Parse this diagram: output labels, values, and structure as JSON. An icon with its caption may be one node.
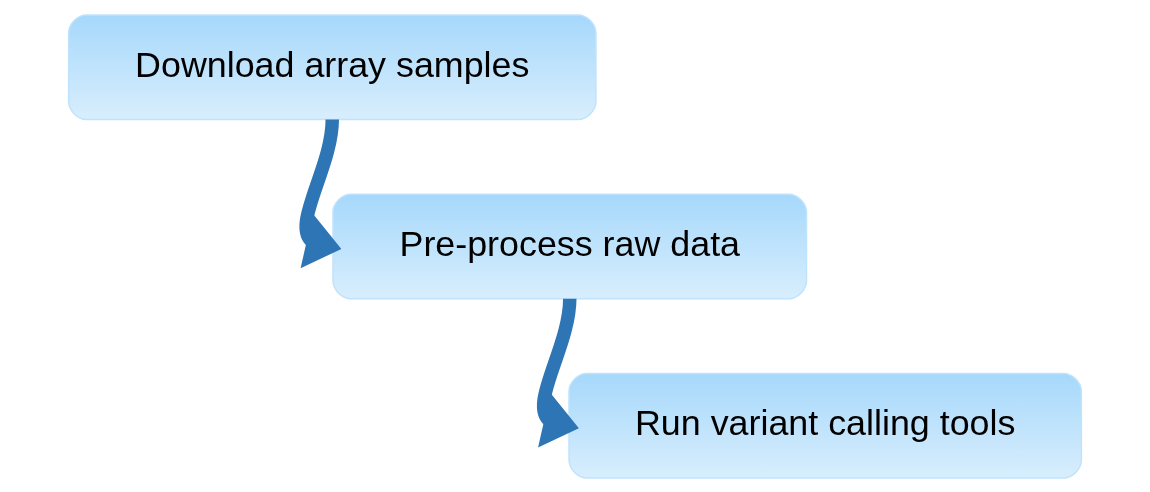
{
  "diagram": {
    "nodes": [
      {
        "text": [
          "Download array samples"
        ]
      },
      {
        "text": [
          "Pre-process raw data"
        ]
      },
      {
        "text": [
          "Run variant calling tools"
        ]
      }
    ],
    "edges": [
      {
        "from": 0,
        "to": 1,
        "arrow": "to"
      },
      {
        "from": 1,
        "to": 2,
        "arrow": "to"
      }
    ]
  }
}
